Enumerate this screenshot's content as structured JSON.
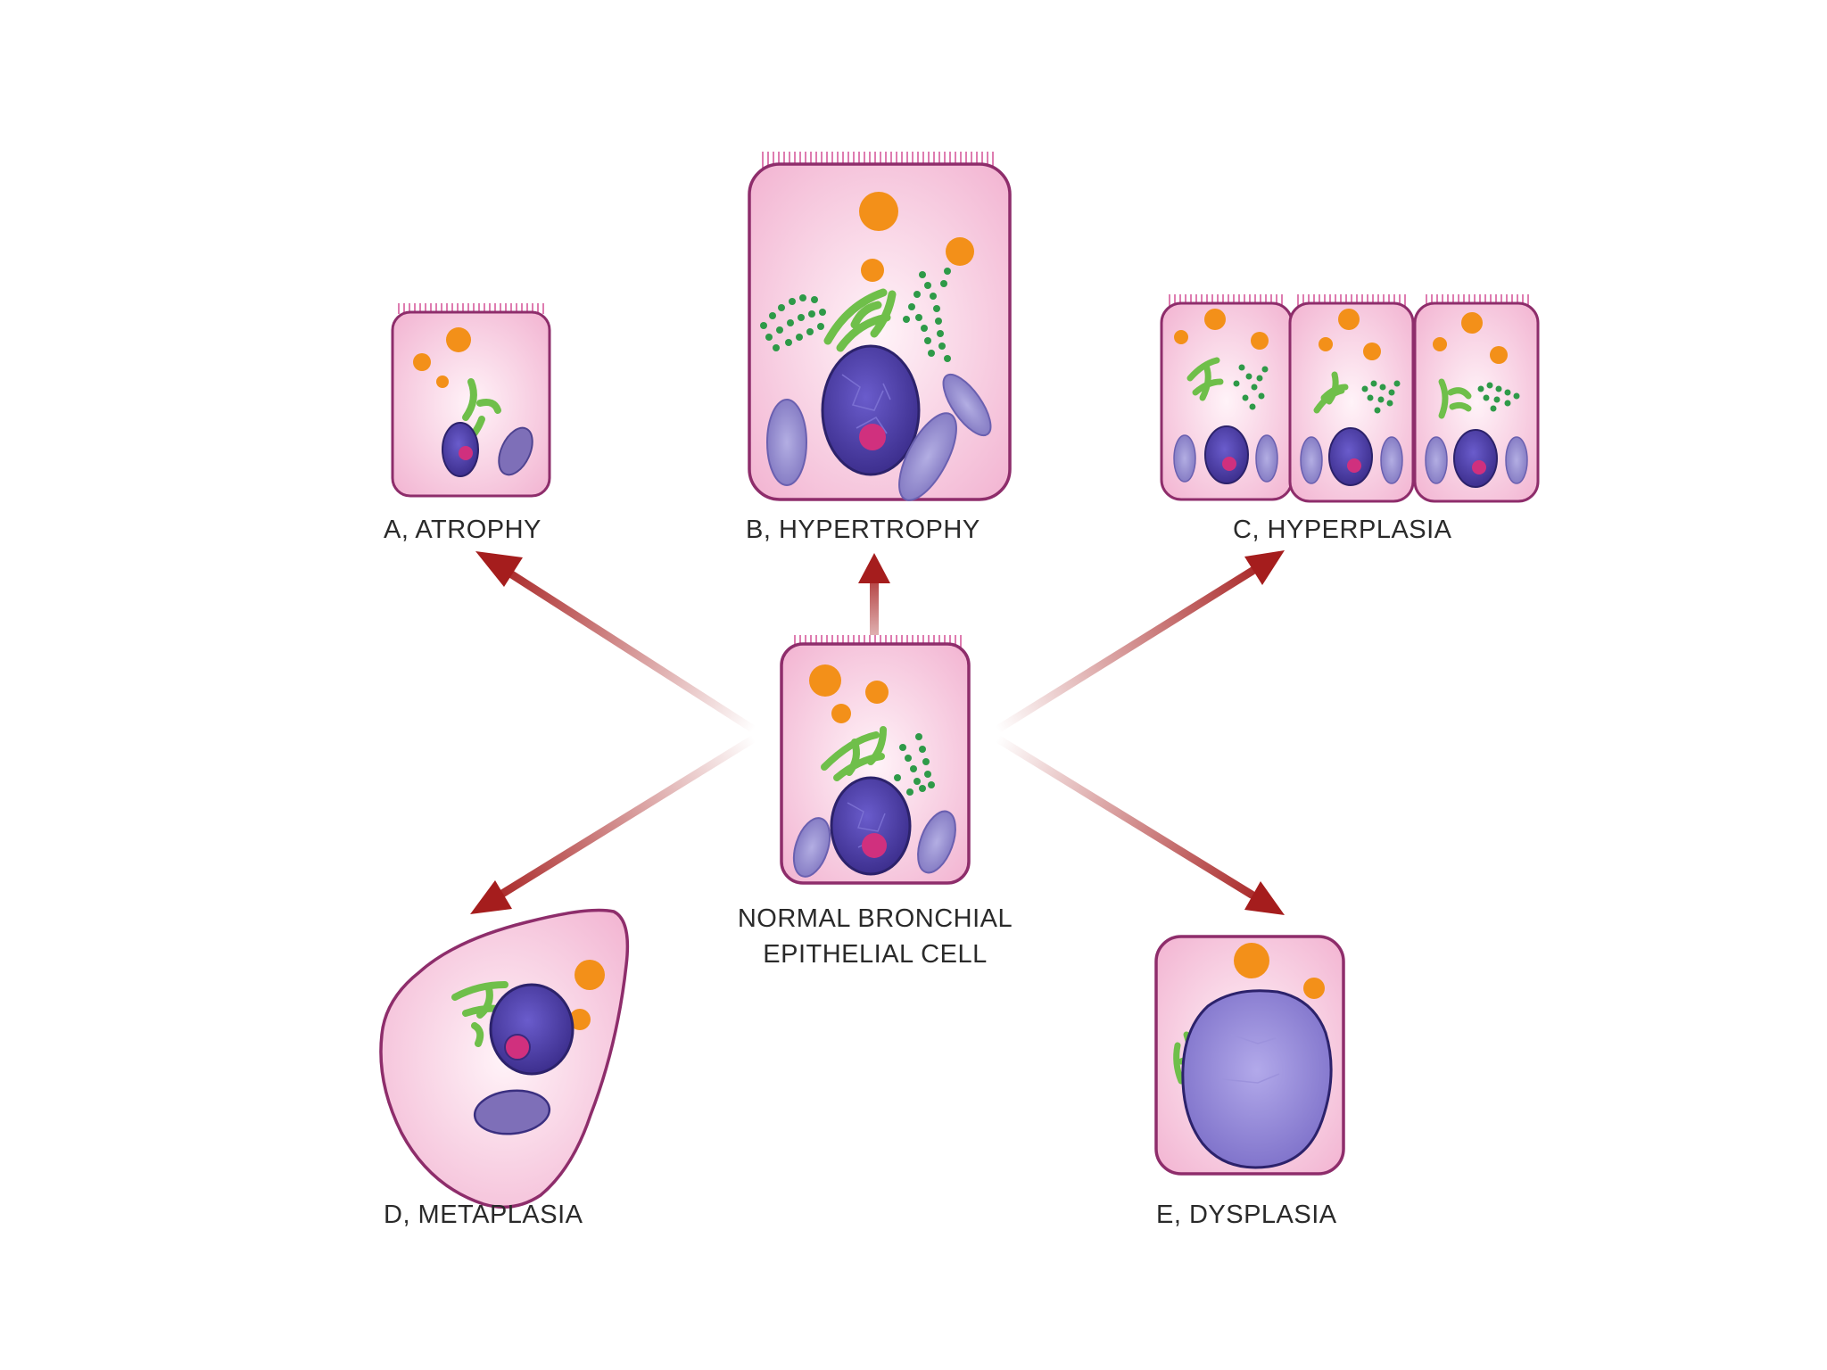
{
  "labels": {
    "atrophy": "A, ATROPHY",
    "hypertrophy": "B, HYPERTROPHY",
    "hyperplasia": "C, HYPERPLASIA",
    "metaplasia": "D, METAPLASIA",
    "dysplasia": "E, DYSPLASIA",
    "normal_line1": "NORMAL BRONCHIAL",
    "normal_line2": "EPITHELIAL CELL"
  },
  "colors": {
    "cell_fill": "#f6c9df",
    "cell_outline": "#8e2d6b",
    "nucleus": "#4a3aa0",
    "nucleolus": "#d0307e",
    "mitochondria": "#8f86c9",
    "granules": "#f39019",
    "golgi": "#6fbf4a",
    "er_dots": "#2e9a48",
    "microvilli": "#d65a9c",
    "arrow": "#a51d1d"
  }
}
